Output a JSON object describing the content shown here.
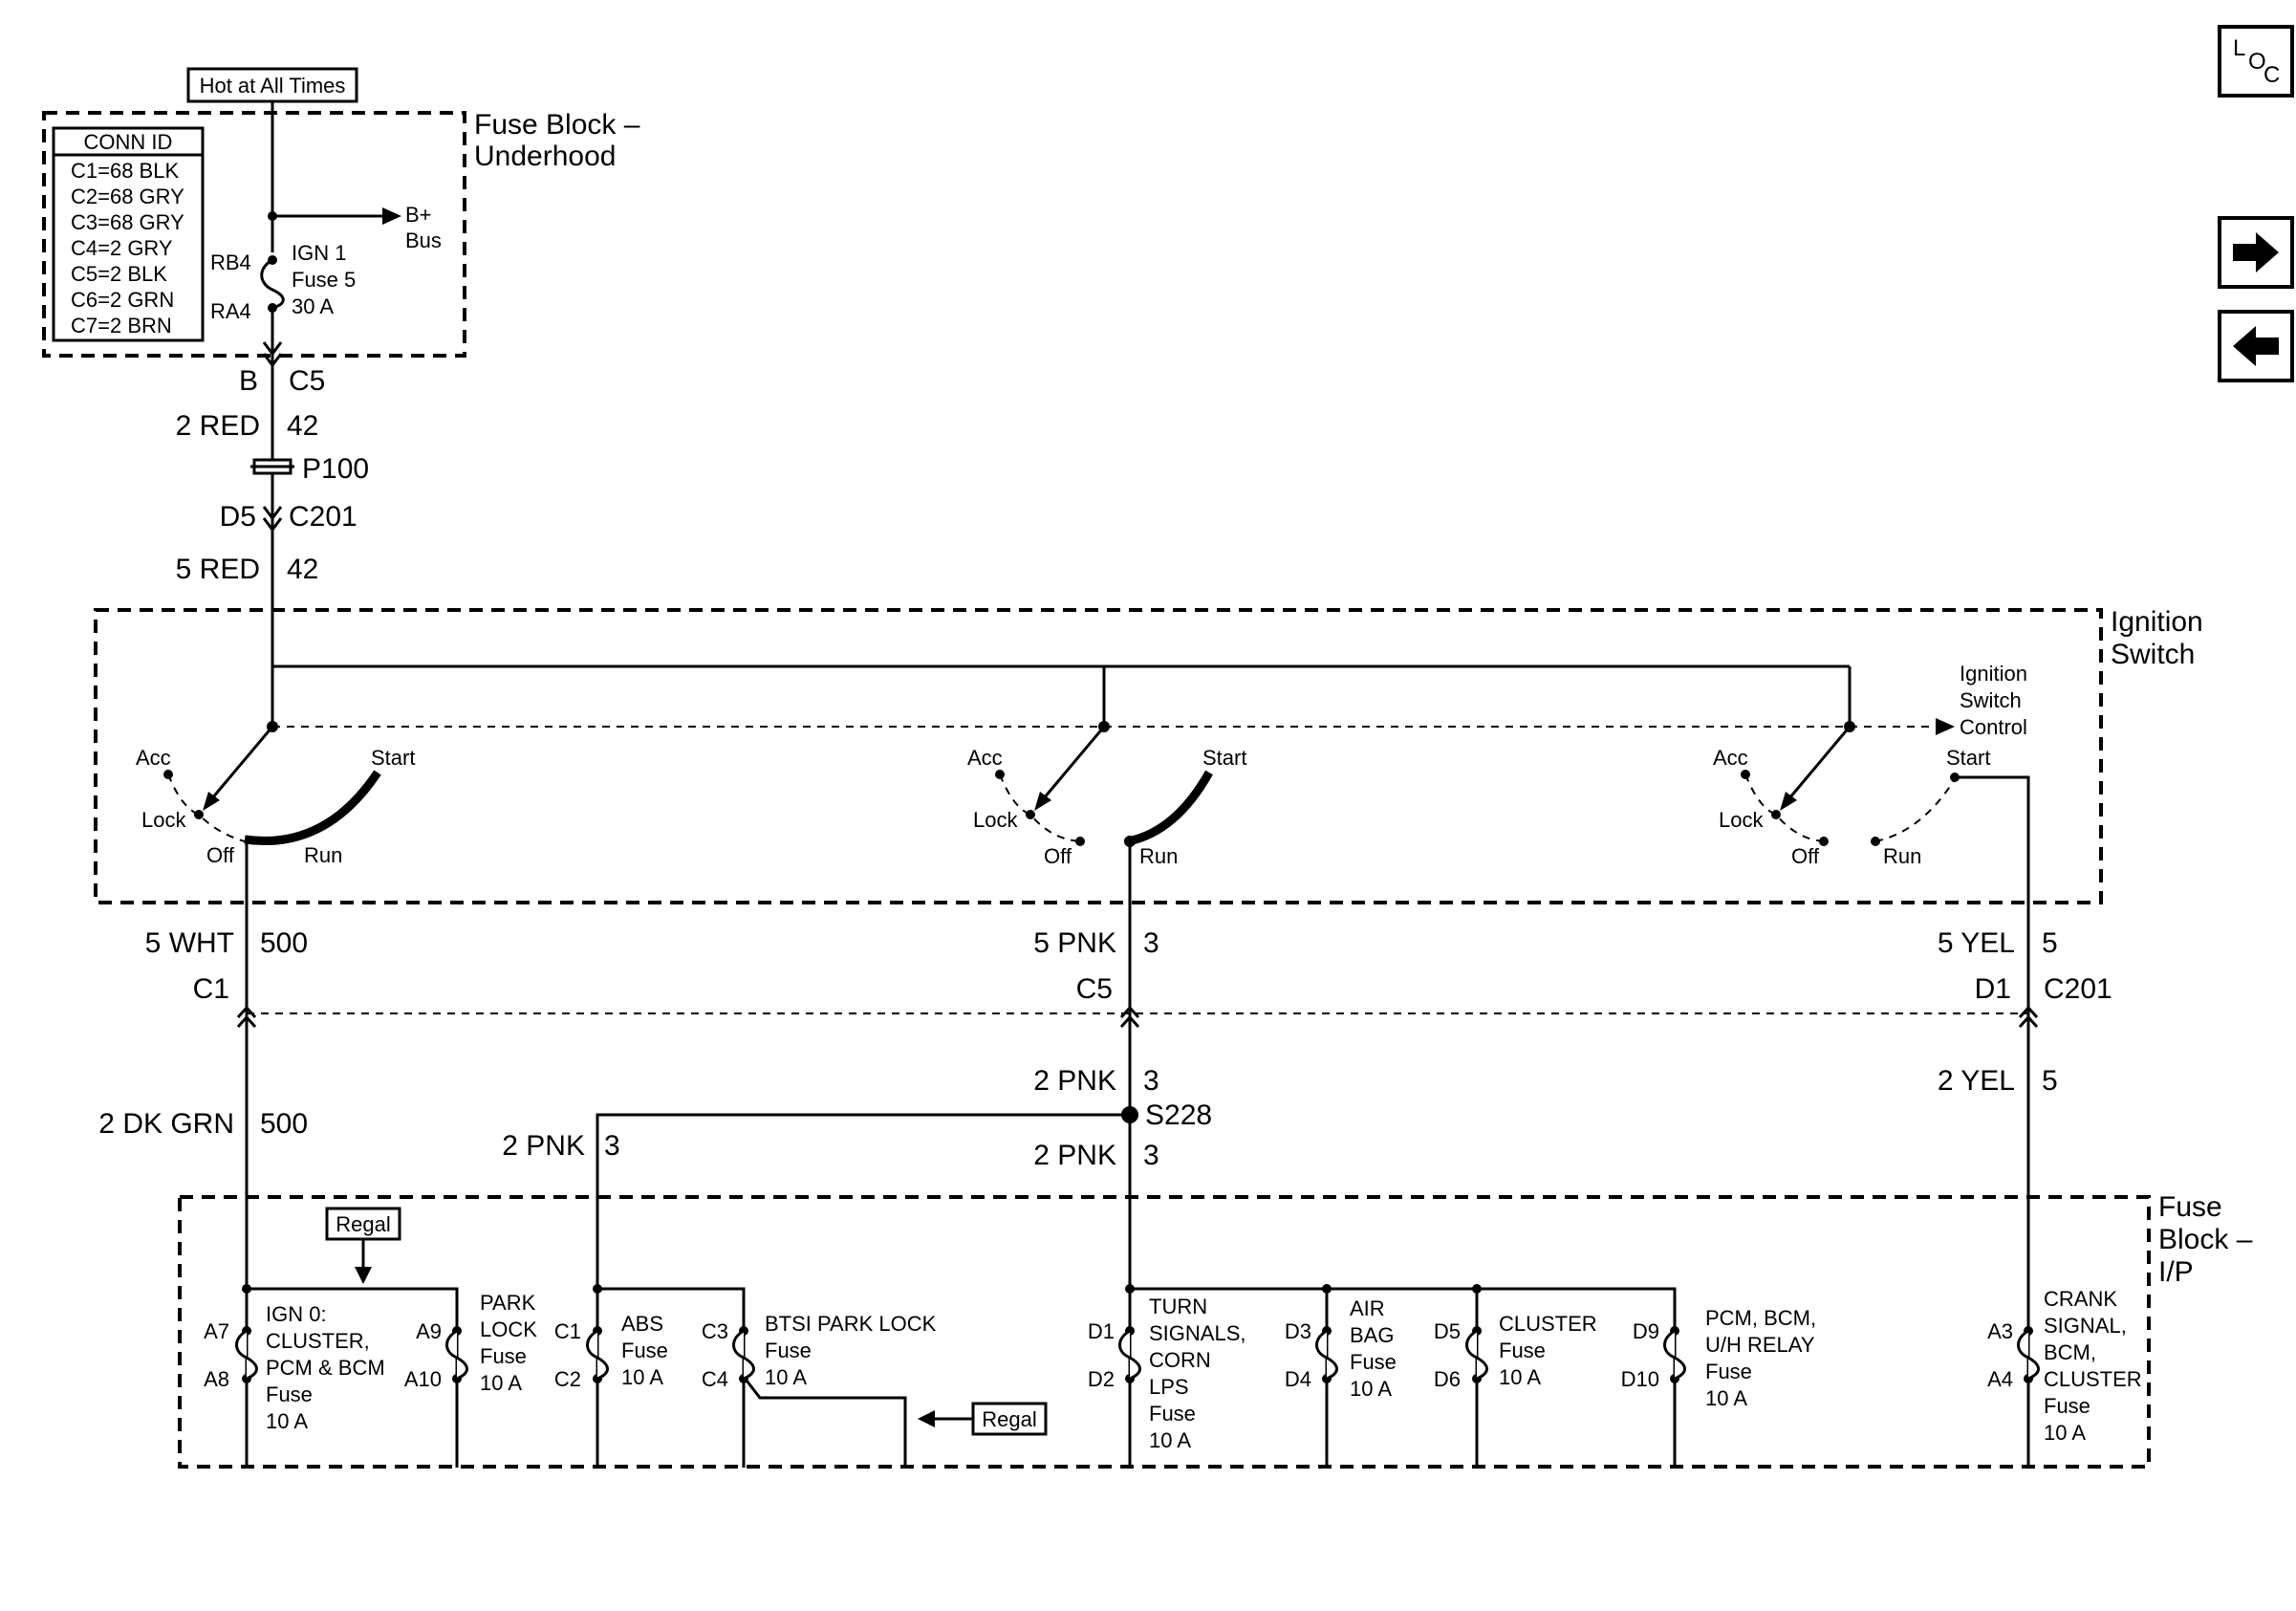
{
  "header": {
    "hot_label": "Hot at All Times"
  },
  "fuse_block_underhood": {
    "title_line1": "Fuse Block –",
    "title_line2": "Underhood",
    "conn_table": {
      "header": "CONN ID",
      "rows": [
        "C1=68 BLK",
        "C2=68 GRY",
        "C3=68 GRY",
        "C4=2 GRY",
        "C5=2 BLK",
        "C6=2 GRN",
        "C7=2 BRN"
      ]
    },
    "bplus_line1": "B+",
    "bplus_line2": "Bus",
    "fuse_term_top": "RB4",
    "fuse_term_bottom": "RA4",
    "fuse_label": [
      "IGN 1",
      "Fuse 5",
      "30 A"
    ]
  },
  "feed": {
    "conn_pin": "B",
    "conn_id": "C5",
    "wire1_color": "2 RED",
    "wire1_circuit": "42",
    "splice": "P100",
    "conn2_pin": "D5",
    "conn2_id": "C201",
    "wire2_color": "5 RED",
    "wire2_circuit": "42"
  },
  "ignition_switch": {
    "title_line1": "Ignition",
    "title_line2": "Switch",
    "control_label": [
      "Ignition",
      "Switch",
      "Control"
    ],
    "positions": {
      "acc": "Acc",
      "lock": "Lock",
      "off": "Off",
      "run": "Run",
      "start": "Start"
    }
  },
  "outputs": {
    "left": {
      "wire_color": "5 WHT",
      "circuit": "500",
      "conn": "C1",
      "lower_wire_color": "2 DK GRN",
      "lower_circuit": "500"
    },
    "middle": {
      "wire_color": "5 PNK",
      "circuit": "3",
      "conn": "C5",
      "lower_wire_color": "2 PNK",
      "lower_circuit": "3",
      "splice": "S228",
      "branch_wire_color": "2 PNK",
      "branch_circuit": "3",
      "down_wire_color": "2 PNK",
      "down_circuit": "3"
    },
    "right": {
      "wire_color": "5 YEL",
      "circuit": "5",
      "conn_pin": "D1",
      "conn_id": "C201",
      "lower_wire_color": "2 YEL",
      "lower_circuit": "5"
    }
  },
  "fuse_block_ip": {
    "title_line1": "Fuse",
    "title_line2": "Block –",
    "title_line3": "I/P",
    "regal_label": "Regal",
    "fuses": [
      {
        "top": "A7",
        "bottom": "A8",
        "label": [
          "IGN 0:",
          "CLUSTER,",
          "PCM & BCM",
          "Fuse",
          "10 A"
        ]
      },
      {
        "top": "A9",
        "bottom": "A10",
        "label": [
          "PARK",
          "LOCK",
          "Fuse",
          "10 A"
        ]
      },
      {
        "top": "C1",
        "bottom": "C2",
        "label": [
          "ABS",
          "Fuse",
          "10 A"
        ]
      },
      {
        "top": "C3",
        "bottom": "C4",
        "label": [
          "BTSI PARK LOCK",
          "Fuse",
          "10 A"
        ]
      },
      {
        "top": "D1",
        "bottom": "D2",
        "label": [
          "TURN",
          "SIGNALS,",
          "CORN",
          "LPS",
          "Fuse",
          "10 A"
        ]
      },
      {
        "top": "D3",
        "bottom": "D4",
        "label": [
          "AIR",
          "BAG",
          "Fuse",
          "10 A"
        ]
      },
      {
        "top": "D5",
        "bottom": "D6",
        "label": [
          "CLUSTER",
          "Fuse",
          "10 A"
        ]
      },
      {
        "top": "D9",
        "bottom": "D10",
        "label": [
          "PCM, BCM,",
          "U/H RELAY",
          "Fuse",
          "10 A"
        ]
      },
      {
        "top": "A3",
        "bottom": "A4",
        "label": [
          "CRANK",
          "SIGNAL,",
          "BCM,",
          "CLUSTER",
          "Fuse",
          "10 A"
        ]
      }
    ]
  },
  "nav": {
    "loc_icon": "loc-icon",
    "next_icon": "arrow-right-icon",
    "prev_icon": "arrow-left-icon",
    "loc_letters": [
      "L",
      "O",
      "C"
    ]
  }
}
